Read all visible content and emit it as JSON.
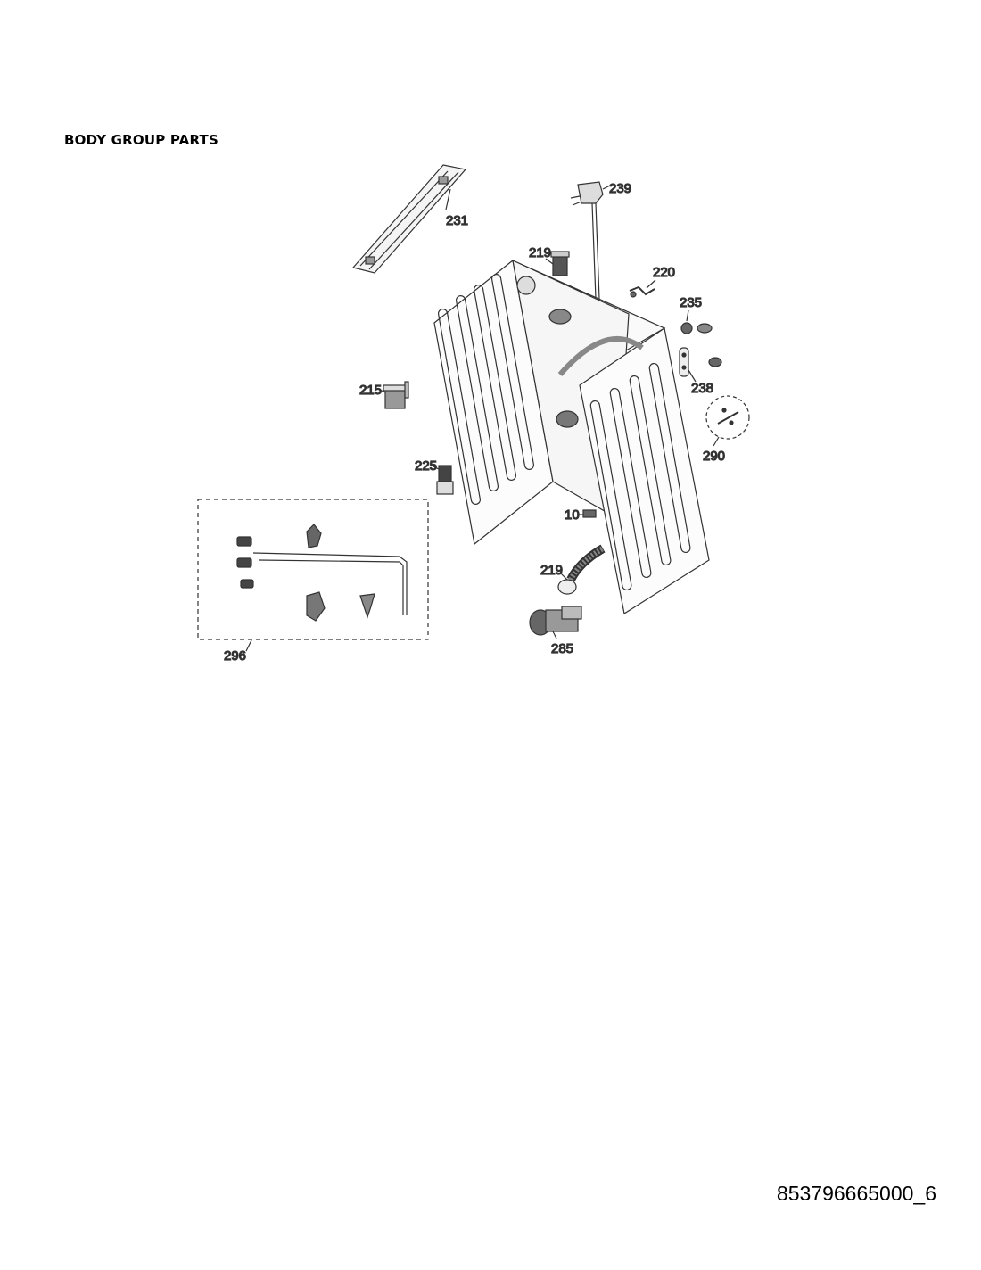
{
  "page": {
    "title": "BODY GROUP PARTS",
    "document_number": "853796665000_6"
  },
  "parts": {
    "p231": "231",
    "p239": "239",
    "p219_top": "219",
    "p220": "220",
    "p235": "235",
    "p238": "238",
    "p215": "215",
    "p290": "290",
    "p225": "225",
    "p10": "10",
    "p219_bottom": "219",
    "p285": "285",
    "p296": "296"
  }
}
